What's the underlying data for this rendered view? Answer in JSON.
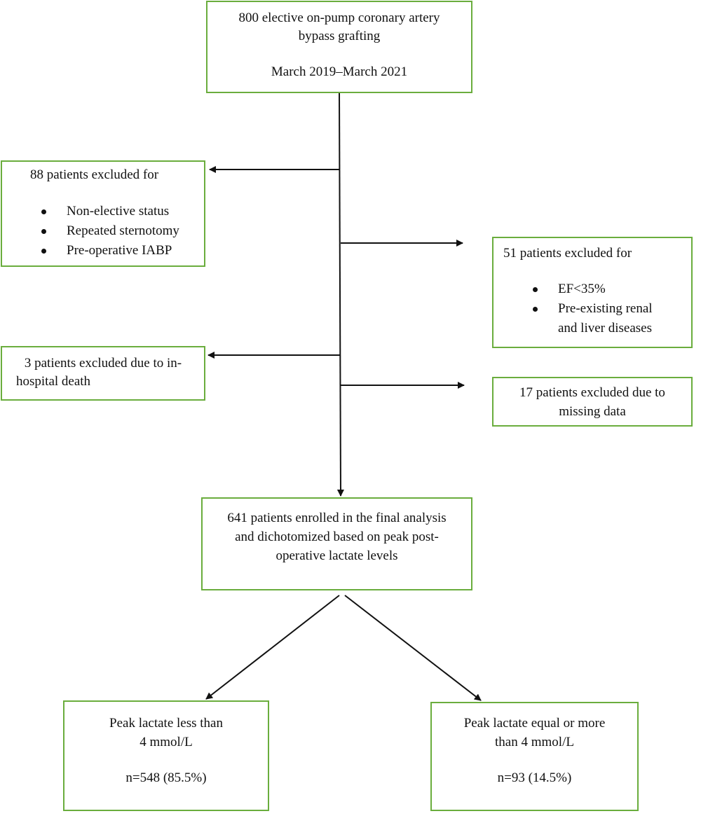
{
  "top": {
    "line1": "800 elective on-pump coronary artery",
    "line2": "bypass grafting",
    "line3": "March 2019–March 2021"
  },
  "excl1": {
    "heading": "88 patients excluded for",
    "items": [
      "Non-elective status",
      "Repeated sternotomy",
      "Pre-operative IABP"
    ]
  },
  "excl2": {
    "heading": "51 patients excluded for",
    "items": [
      "EF<35%",
      "Pre-existing renal",
      "and liver diseases"
    ]
  },
  "excl3": {
    "line1": "3 patients excluded due to in-",
    "line2": "hospital death"
  },
  "excl4": {
    "line1": "17 patients excluded due to",
    "line2": "missing data"
  },
  "final": {
    "line1": "641 patients enrolled in the final analysis",
    "line2": "and dichotomized based on peak post-",
    "line3": "operative lactate levels"
  },
  "low": {
    "line1": "Peak lactate less than",
    "line2": "4 mmol/L",
    "count": "n=548 (85.5%)"
  },
  "high": {
    "line1": "Peak lactate equal or more",
    "line2": "than 4 mmol/L",
    "count": "n=93 (14.5%)"
  },
  "colors": {
    "box_border": "#6aad3d",
    "arrow": "#111111"
  }
}
